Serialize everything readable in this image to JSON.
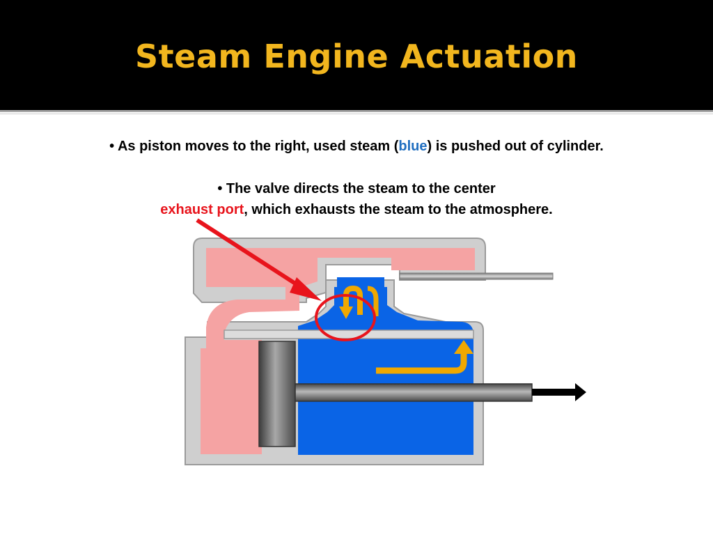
{
  "slide": {
    "title": "Steam Engine Actuation"
  },
  "bullets": {
    "b1_prefix": "• As piston moves to the right, used steam (",
    "b1_keyword": "blue",
    "b1_suffix": ") is pushed out of cylinder.",
    "b2_line1": "• The valve directs the steam to the center",
    "b2_keyword": "exhaust port",
    "b2_suffix": ", which exhausts the steam to the atmosphere."
  },
  "colors": {
    "title": "#f2b61e",
    "title_bar": "#000000",
    "keyword_blue": "#1f6ec0",
    "keyword_red": "#e8141c",
    "live_steam": "#f5a3a3",
    "used_steam": "#0a64e6",
    "cylinder_wall": "#cfcfcf",
    "flow_arrow": "#f0a800",
    "highlight": "#e8141c"
  },
  "icons": {
    "pointer_arrow": "red-arrow-icon",
    "flow_arrows": "orange-curved-arrow-icon",
    "motion_arrow": "black-right-arrow-icon",
    "highlight_circle": "red-circle-icon"
  }
}
